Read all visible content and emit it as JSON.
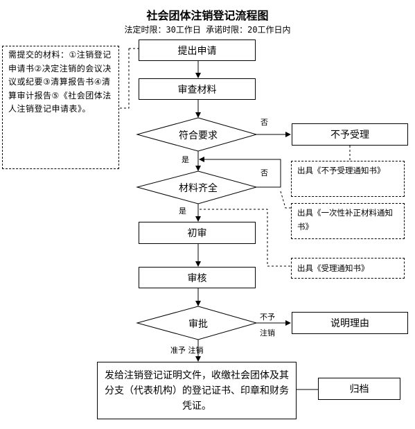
{
  "header": {
    "title": "社会团体注销登记流程图",
    "subtitle": "法定时限：30工作日 承诺时限：20工作日内"
  },
  "materials_note": "需提交的材料：①注销登记申请书②决定注销的会议决议或纪要③清算报告书④清算审计报告⑤《社会团体法人注销登记申请表》。",
  "steps": {
    "apply": "提出申请",
    "review": "审查材料",
    "check_requirements": "符合要求",
    "check_complete": "材料齐全",
    "initial_review": "初审",
    "verify": "审核",
    "approve": "审批",
    "issue": "发给注销登记证明文件，收缴社会团体及其分支（代表机构）的登记证书、印章和财务凭证。",
    "archive": "归档"
  },
  "outcomes": {
    "reject": "不予受理",
    "explain": "说明理由"
  },
  "notices": {
    "reject_notice": "出具《不予受理通知书》",
    "supplement_notice": "出具《一次性补正材料通知书》",
    "accept_notice": "出具《受理通知书》"
  },
  "edge_labels": {
    "req_no": "否",
    "req_yes": "是",
    "complete_no": "否",
    "complete_yes": "是",
    "approve_no_1": "不予",
    "approve_no_2": "注销",
    "approve_yes": "准予 注销"
  }
}
